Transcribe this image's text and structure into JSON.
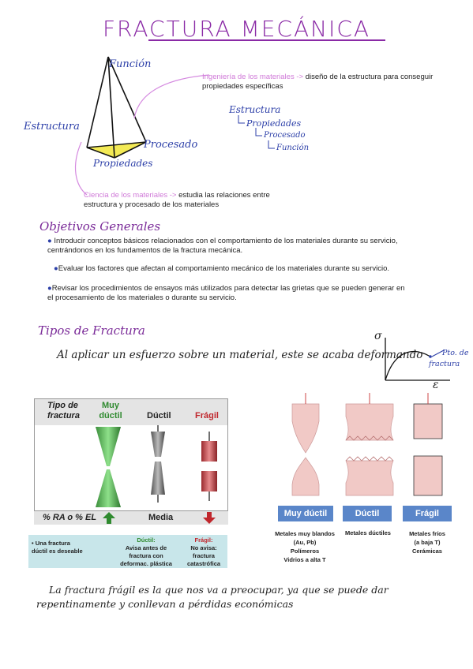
{
  "title": "FRACTURA MECÁNICA",
  "triangle": {
    "funcion": "Función",
    "estructura": "Estructura",
    "procesado": "Procesado",
    "propiedades": "Propiedades"
  },
  "ing": {
    "label": "Ingeniería de los materiales ->",
    "text_a": " diseño de la estructura para conseguir",
    "text_b": "propiedades específicas"
  },
  "chain": {
    "l1": "Estructura",
    "l2": "Propiedades",
    "l3": "Procesado",
    "l4": "Función"
  },
  "ciencia": {
    "label": "Ciencia de los materiales ->",
    "text_a": " estudia las relaciones entre",
    "text_b": "estructura y procesado de los materiales"
  },
  "objetivos": {
    "heading": "Objetivos Generales",
    "b1a": "Introducir conceptos básicos relacionados con el comportamiento de los materiales durante su servicio,",
    "b1b": "centrándonos en los fundamentos de la fractura mecánica.",
    "b2": "Evaluar los factores que afectan al comportamiento mecánico de los materiales durante su servicio.",
    "b3a": "Revisar los procedimientos de ensayos más utilizados para detectar las grietas que se pueden generar en",
    "b3b": "el procesamiento de los materiales o durante su servicio."
  },
  "tipos": {
    "heading": "Tipos de Fractura",
    "sentence": "Al aplicar un esfuerzo sobre un material, este se acaba deformando",
    "sigma": "σ",
    "epsilon": "ε",
    "pto1": "Pto. de",
    "pto2": "fractura"
  },
  "table": {
    "col0a": "Tipo de",
    "col0b": "fractura",
    "col1a": "Muy",
    "col1b": "dúctil",
    "col2": "Dúctil",
    "col3": "Frágil",
    "bottom0": "% RA o % EL",
    "bottom2": "Media",
    "strip0a": "• Una fractura",
    "strip0b": "dúctil es deseable",
    "strip1h": "Dúctil:",
    "strip1a": "Avisa antes de",
    "strip1b": "fractura con",
    "strip1c": "deformac. plástica",
    "strip2h": "Frágil:",
    "strip2a": "No avisa:",
    "strip2b": "fractura",
    "strip2c": "catastrófica"
  },
  "right": {
    "muy": "Muy dúctil",
    "duc": "Dúctil",
    "fra": "Frágil",
    "m1": "Metales muy blandos",
    "m2": "(Au, Pb)",
    "m3": "Polímeros",
    "m4": "Vidrios a alta T",
    "d1": "Metales dúctiles",
    "f1": "Metales fríos",
    "f2": "(a baja T)",
    "f3": "Cerámicas"
  },
  "conclusion": {
    "l1": "La fractura frágil es la que nos va a preocupar, ya que se puede dar",
    "l2": "repentinamente y conllevan a pérdidas económicas"
  }
}
